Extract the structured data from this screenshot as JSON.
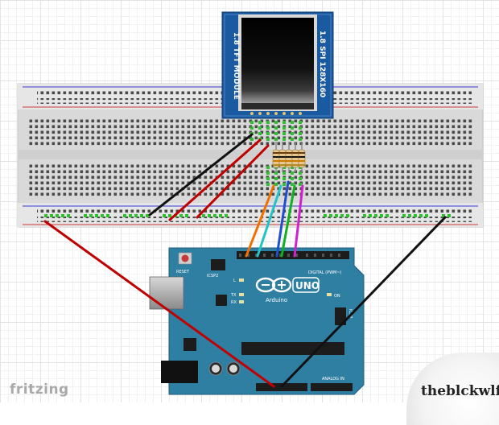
{
  "tft": {
    "left_label": "1.8 TFT MODULE",
    "right_label": "1.8 SPI 128X160"
  },
  "arduino": {
    "brand": "UNO",
    "sub": "Arduino",
    "reset": "RESET",
    "icsp": "ICSP",
    "icsp2": "ICSP2",
    "digital": "DIGITAL (PWM~)",
    "analog": "ANALOG IN",
    "on": "ON",
    "led_l": "L",
    "tx": "TX",
    "rx": "RX"
  },
  "watermarks": {
    "app": "fritzing",
    "author": "theblckwlf"
  },
  "colors": {
    "wire_black": "#111111",
    "wire_red": "#c00000",
    "wire_orange": "#f07000",
    "wire_cyan": "#20c4c8",
    "wire_blue": "#2050d0",
    "wire_green": "#10b020",
    "wire_magenta": "#d020d0",
    "board_blue": "#2f7fa3",
    "tft_pcb": "#1a5aa0"
  }
}
